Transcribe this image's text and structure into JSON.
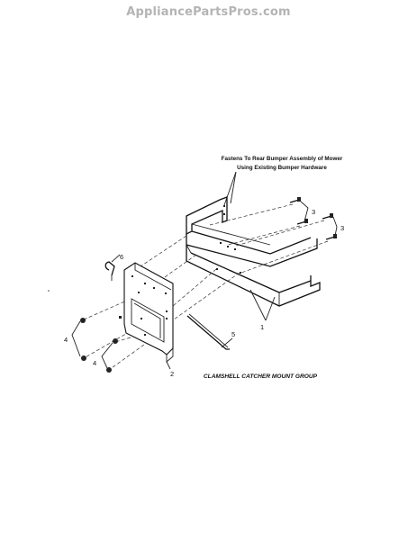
{
  "watermark": "AppliancePartsPros.com",
  "note": {
    "line1": "Fastens To Rear Bumper Assembly of Mower",
    "line2": "Using Existing Bumper Hardware"
  },
  "assembly_title": "CLAMSHELL CATCHER MOUNT GROUP",
  "callouts": {
    "bracket": "1",
    "plate": "2",
    "bolt_a": "3",
    "bolt_b": "3",
    "nut_a": "4",
    "nut_b": "4",
    "rod": "5",
    "pin": "6"
  }
}
